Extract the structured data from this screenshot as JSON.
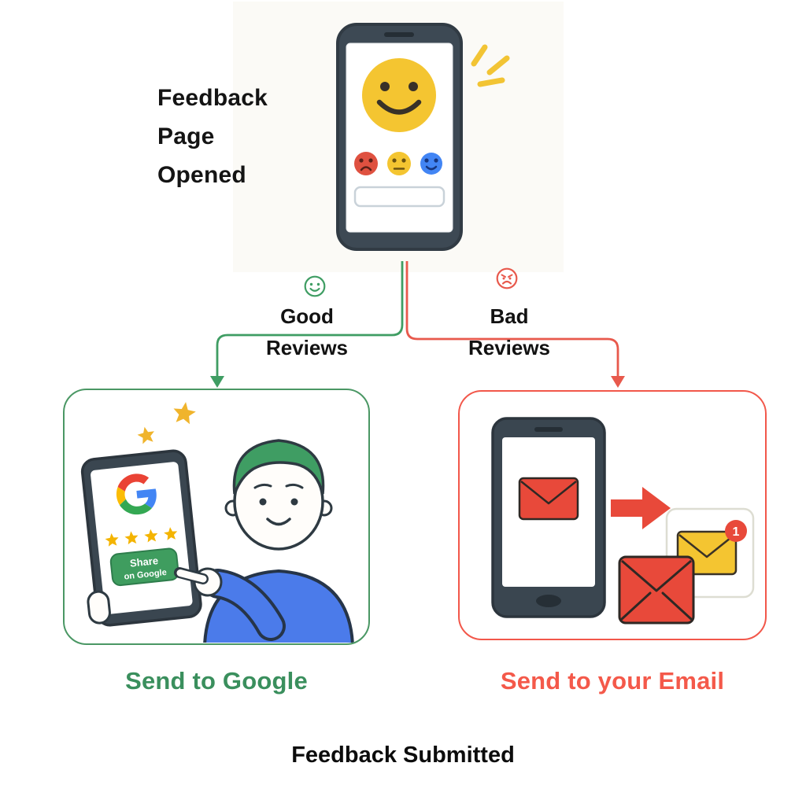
{
  "top": {
    "label_lines": [
      "Feedback",
      "Page",
      "Opened"
    ]
  },
  "branches": {
    "good": {
      "icon": "happy-face-outline-icon",
      "label_lines": [
        "Good",
        "Reviews"
      ],
      "result_label": "Send to Google"
    },
    "bad": {
      "icon": "angry-face-outline-icon",
      "label_lines": [
        "Bad",
        "Reviews"
      ],
      "result_label": "Send to your Email"
    }
  },
  "google_card": {
    "share_button": {
      "line1": "Share",
      "line2": "on Google"
    }
  },
  "email_card": {
    "badge_count": "1"
  },
  "footer": {
    "label": "Feedback Submitted"
  },
  "icons": {
    "sparkle": "sparkle-rays-icon",
    "google_logo": "google-g-logo",
    "star": "star-icon",
    "envelope": "envelope-icon",
    "smiley": "smiley-face-icon"
  },
  "colors": {
    "green": "#3f9d63",
    "green_text": "#3a8f5d",
    "red": "#e8594c",
    "salmon_text": "#f4594a",
    "yellow": "#f4c531",
    "star_yellow": "#f0b42c",
    "google_blue": "#4285f4",
    "phone_dark": "#3d4954"
  }
}
